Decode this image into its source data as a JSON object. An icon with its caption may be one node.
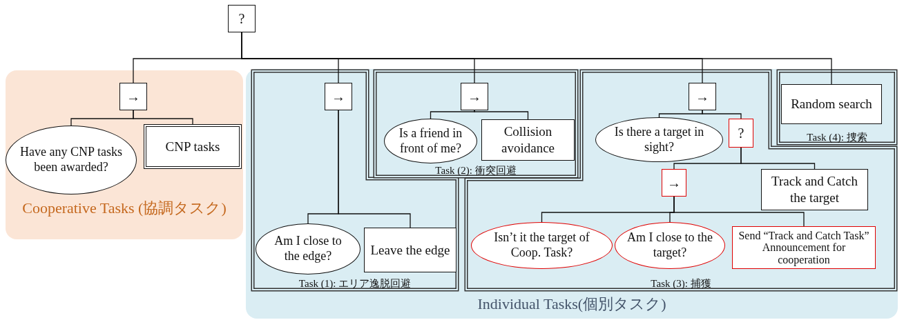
{
  "diagram": {
    "nodes": [
      {
        "text": [
          "?"
        ]
      },
      {
        "text": [
          "Cooperative Tasks (協調タスク)"
        ]
      },
      {
        "text": [
          "→"
        ],
        "in": 1
      },
      {
        "text": [
          "Have any CNP tasks been awarded?"
        ],
        "in": 1
      },
      {
        "text": [
          "CNP tasks"
        ],
        "in": 1
      },
      {
        "text": [
          "Individual Tasks(個別タスク)"
        ]
      },
      {
        "text": [
          "Task (1): エリア逸脱回避"
        ],
        "in": 5
      },
      {
        "text": [
          "→"
        ],
        "in": 6
      },
      {
        "text": [
          "Am I close to the edge?"
        ],
        "in": 6
      },
      {
        "text": [
          "Leave the edge"
        ],
        "in": 6
      },
      {
        "text": [
          "Task (2): 衝突回避"
        ],
        "in": 5
      },
      {
        "text": [
          "→"
        ],
        "in": 10
      },
      {
        "text": [
          "Is a friend in front of me?"
        ],
        "in": 10
      },
      {
        "text": [
          "Collision avoidance"
        ],
        "in": 10
      },
      {
        "text": [
          "Task (3): 捕獲"
        ],
        "in": 5
      },
      {
        "text": [
          "→"
        ],
        "in": 14
      },
      {
        "text": [
          "Is there a target in sight?"
        ],
        "in": 14
      },
      {
        "text": [
          "?"
        ],
        "in": 14
      },
      {
        "text": [
          "→"
        ],
        "in": 14
      },
      {
        "text": [
          "Track and Catch the target"
        ],
        "in": 14
      },
      {
        "text": [
          "Isn’t it the target of Coop. Task?"
        ],
        "in": 14
      },
      {
        "text": [
          "Am I close to the target?"
        ],
        "in": 14
      },
      {
        "text": [
          "Send “Track and Catch Task” Announcement for cooperation"
        ],
        "in": 14
      },
      {
        "text": [
          "Task (4): 捜索"
        ],
        "in": 5
      },
      {
        "text": [
          "Random search"
        ],
        "in": 23
      }
    ],
    "edges": [
      {
        "from": 0,
        "to": 2,
        "arrow": "none"
      },
      {
        "from": 0,
        "to": 7,
        "arrow": "none"
      },
      {
        "from": 0,
        "to": 11,
        "arrow": "none"
      },
      {
        "from": 0,
        "to": 15,
        "arrow": "none"
      },
      {
        "from": 0,
        "to": 24,
        "arrow": "none"
      },
      {
        "from": 2,
        "to": 3,
        "arrow": "none"
      },
      {
        "from": 2,
        "to": 4,
        "arrow": "none"
      },
      {
        "from": 7,
        "to": 8,
        "arrow": "none"
      },
      {
        "from": 7,
        "to": 9,
        "arrow": "none"
      },
      {
        "from": 11,
        "to": 12,
        "arrow": "none"
      },
      {
        "from": 11,
        "to": 13,
        "arrow": "none"
      },
      {
        "from": 15,
        "to": 16,
        "arrow": "none"
      },
      {
        "from": 15,
        "to": 17,
        "arrow": "none"
      },
      {
        "from": 17,
        "to": 18,
        "arrow": "none"
      },
      {
        "from": 17,
        "to": 19,
        "arrow": "none"
      },
      {
        "from": 18,
        "to": 20,
        "arrow": "none"
      },
      {
        "from": 18,
        "to": 21,
        "arrow": "none"
      },
      {
        "from": 18,
        "to": 22,
        "arrow": "none"
      }
    ]
  }
}
